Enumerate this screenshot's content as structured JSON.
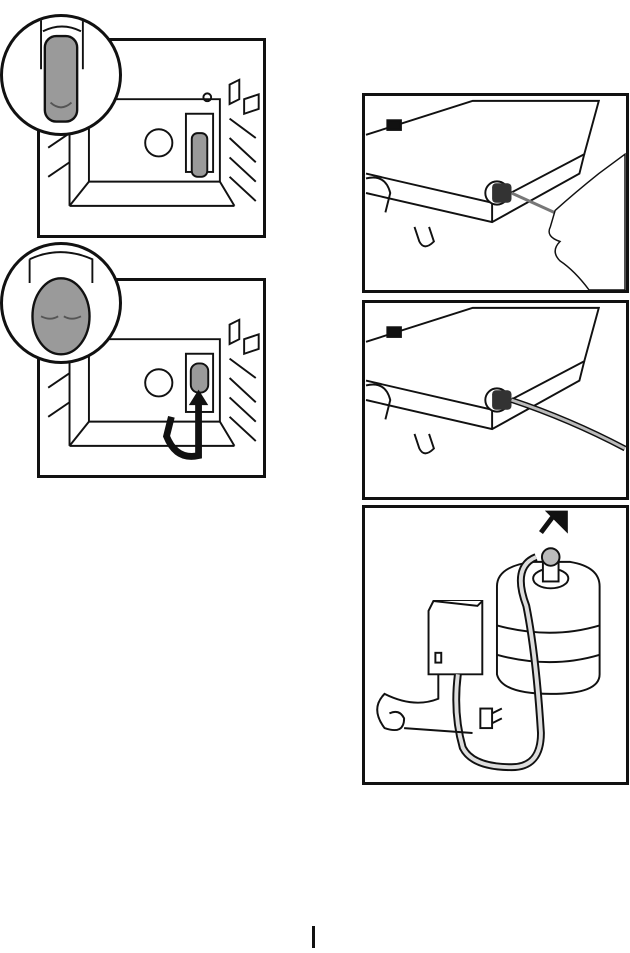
{
  "document": {
    "figures": [
      {
        "id": "step-remove-cap",
        "icons": [
          "fridge-interior-icon",
          "water-filter-icon"
        ]
      },
      {
        "id": "step-install-filter",
        "icons": [
          "fridge-interior-icon",
          "water-filter-icon",
          "rotate-arrow-icon"
        ]
      },
      {
        "id": "step-insert-hose",
        "icons": [
          "pump-unit-icon",
          "hand-icon",
          "hose-icon"
        ]
      },
      {
        "id": "step-hose-attached",
        "icons": [
          "pump-unit-icon",
          "hose-icon"
        ]
      },
      {
        "id": "step-connect-bottle",
        "icons": [
          "water-bottle-icon",
          "pump-unit-icon",
          "power-plug-icon",
          "down-arrow-icon"
        ]
      }
    ],
    "colors": {
      "line": "#111111",
      "fill": "#ffffff",
      "shade": "#9a9a9a",
      "dark_shade": "#555555"
    }
  }
}
